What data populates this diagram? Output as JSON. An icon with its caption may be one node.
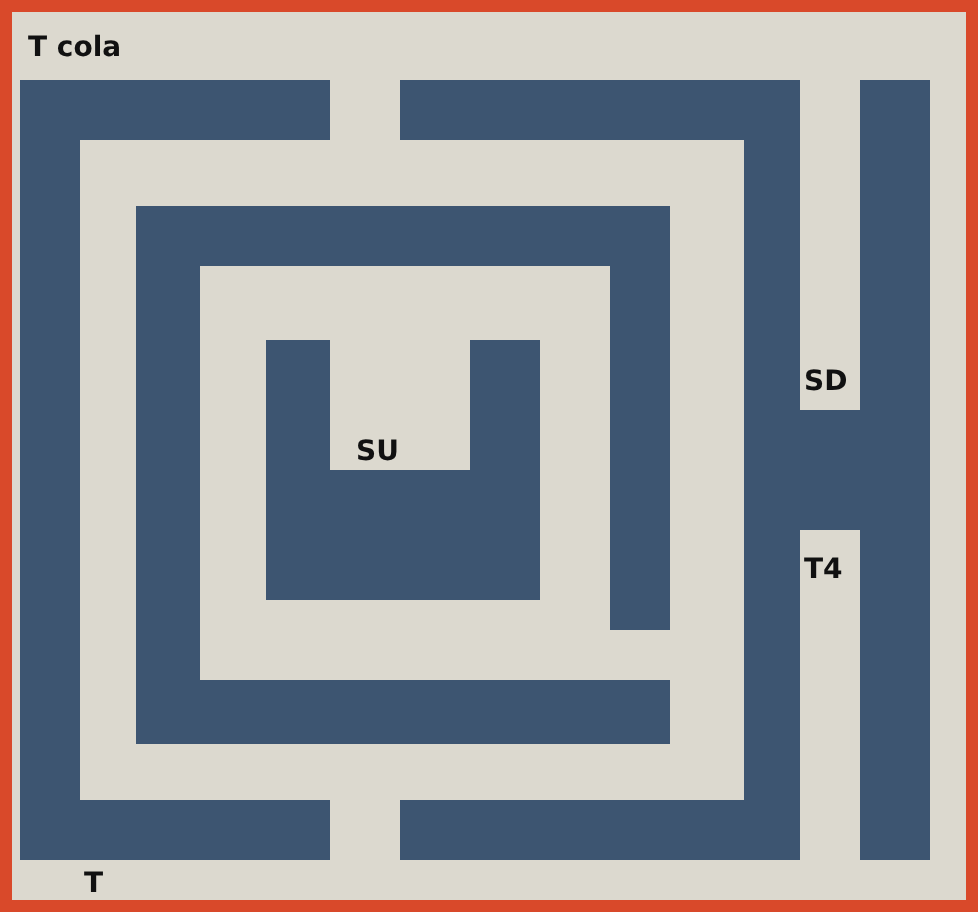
{
  "diagram": {
    "labels": [
      "T cola",
      "SD",
      "SU",
      "T4",
      "T"
    ]
  }
}
